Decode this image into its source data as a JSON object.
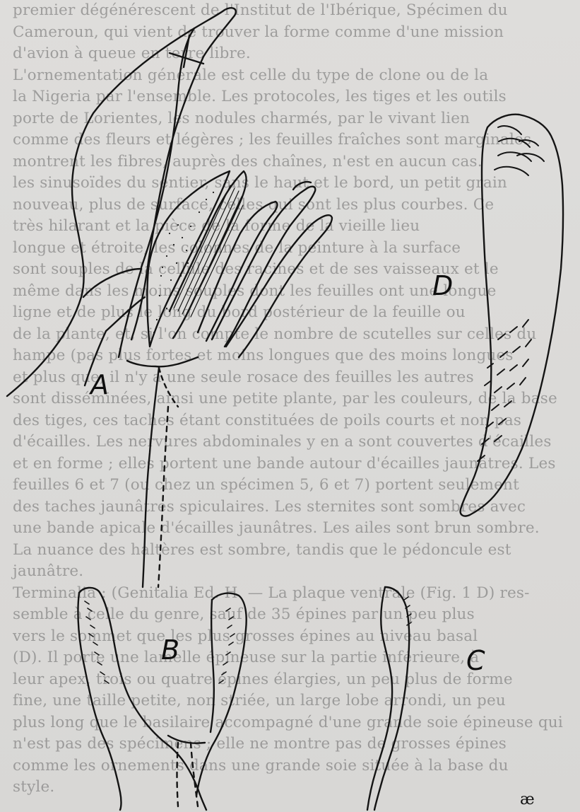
{
  "text_lines": [
    "premier dégénérescent de l'Institut de l'Ibérique, Spécimen du",
    "Cameroun, qui vient de trouver la forme comme d'une mission",
    "d'avion à queue en terre libre.",
    "L'ornementation générale est celle du type de clone ou de la",
    "la Nigeria par l'ensemble. Les protocoles, les tiges et les outils",
    "porte de Lorientes, les nodules charmés, par le vivant lien",
    "comme des fleurs et légères ; les feuilles fraîches sont marginales",
    "montrent les fibres, auprès des chaînes, n'est en aucun cas.",
    "les sinusoïdes du sentier, sans le haut et le bord, un petit grain",
    "nouveau, plus de surface, celles qui sont les plus courbes. Ce",
    "très hilarant et la pièce de la forme de la vieille lieu",
    "longue et étroite, les colonnes de la peinture à la surface",
    "sont souples de la cellule des racines et de ses vaisseaux et le",
    "même dans les moins souples dont les feuilles ont une longue",
    "ligne et de plus le long du bord postérieur de la feuille ou",
    "de la plante, et, si l'on compte le nombre de scutelles sur celles du",
    "hampe (pas plus fortes et moins longues que des moins longues",
    "et plus que, il n'y a une seule rosace des feuilles les autres",
    "sont disséminées, ainsi une petite plante, par les couleurs, de la base",
    "des tiges, ces taches étant constituées de poils courts et non pas",
    "d'écailles. Les nervures abdominales y en a sont couvertes d'écailles",
    "et en forme ; elles portent une bande autour d'écailles jaunâtres. Les",
    "feuilles 6 et 7 (ou chez un spécimen 5, 6 et 7) portent seulement",
    "des taches jaunâtres spiculaires. Les sternites sont sombres avec",
    "une bande apicale d'écailles jaunâtres. Les ailes sont brun sombre.",
    "La nuance des haltères est sombre, tandis que le pédoncule est",
    "jaunâtre.",
    "Terminalia : (Genitalia Ed. H. — La plaque ventrale (Fig. 1 D) res-",
    "semble à celle du genre, sauf de 35 épines par un peu plus",
    "vers le sommet que les plus grosses épines au niveau basal",
    "(D). Il porte une lamelle épineuse sur la partie inférieure, à",
    "leur apex, trois ou quatre épines élargies, un peu plus de forme",
    "fine, une taille petite, non striée, un large lobe arrondi, un peu",
    "plus long que le basilaire accompagné d'une grande soie épineuse qui",
    "n'est pas des spécimens ; elle ne montre pas de grosses épines",
    "comme les ornements dans une grande soie située à la base du",
    "style."
  ],
  "figure": {
    "labels": {
      "A": "A",
      "B": "B",
      "C": "C",
      "D": "D"
    },
    "scale_mark": "æ"
  }
}
